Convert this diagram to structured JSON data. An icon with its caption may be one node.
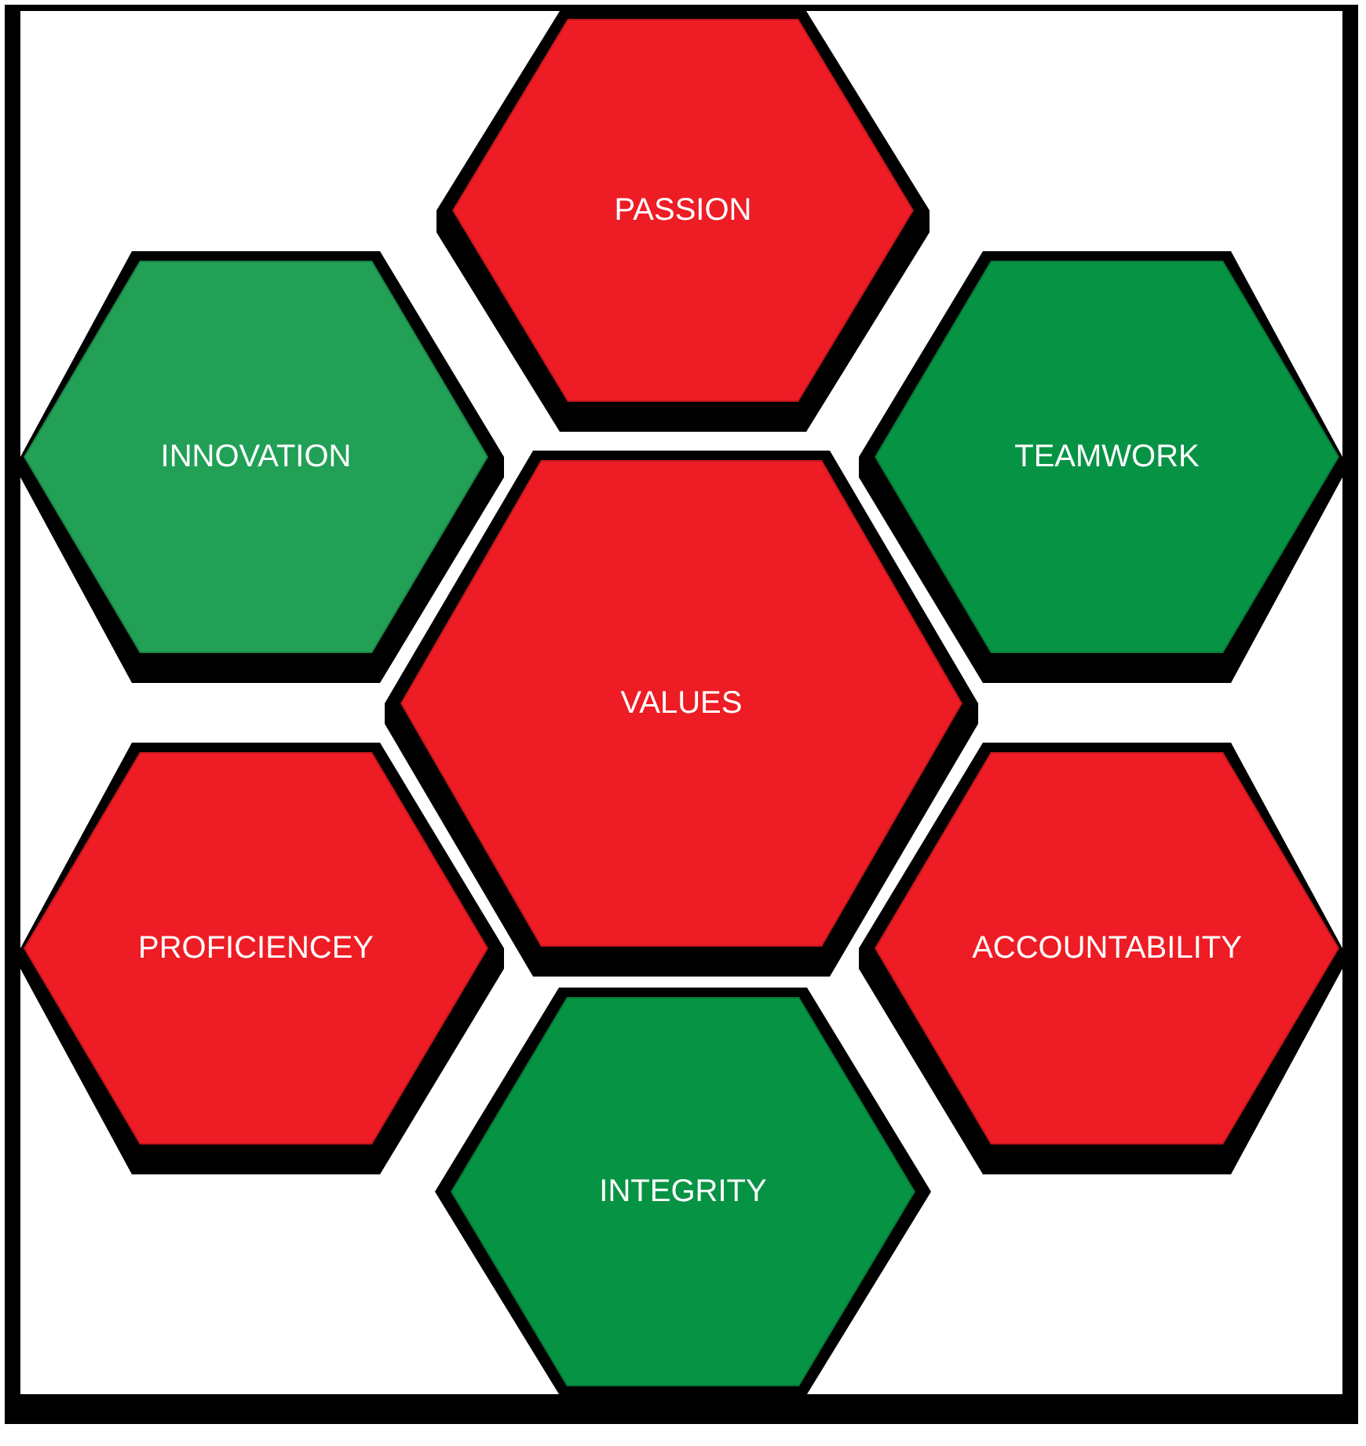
{
  "diagram": {
    "nodes": [
      {
        "text": [
          "PASSION"
        ]
      },
      {
        "text": [
          "INNOVATION"
        ]
      },
      {
        "text": [
          "TEAMWORK"
        ]
      },
      {
        "text": [
          "VALUES"
        ]
      },
      {
        "text": [
          "PROFICIENCEY"
        ]
      },
      {
        "text": [
          "ACCOUNTABILITY"
        ]
      },
      {
        "text": [
          "INTEGRITY"
        ]
      }
    ]
  }
}
